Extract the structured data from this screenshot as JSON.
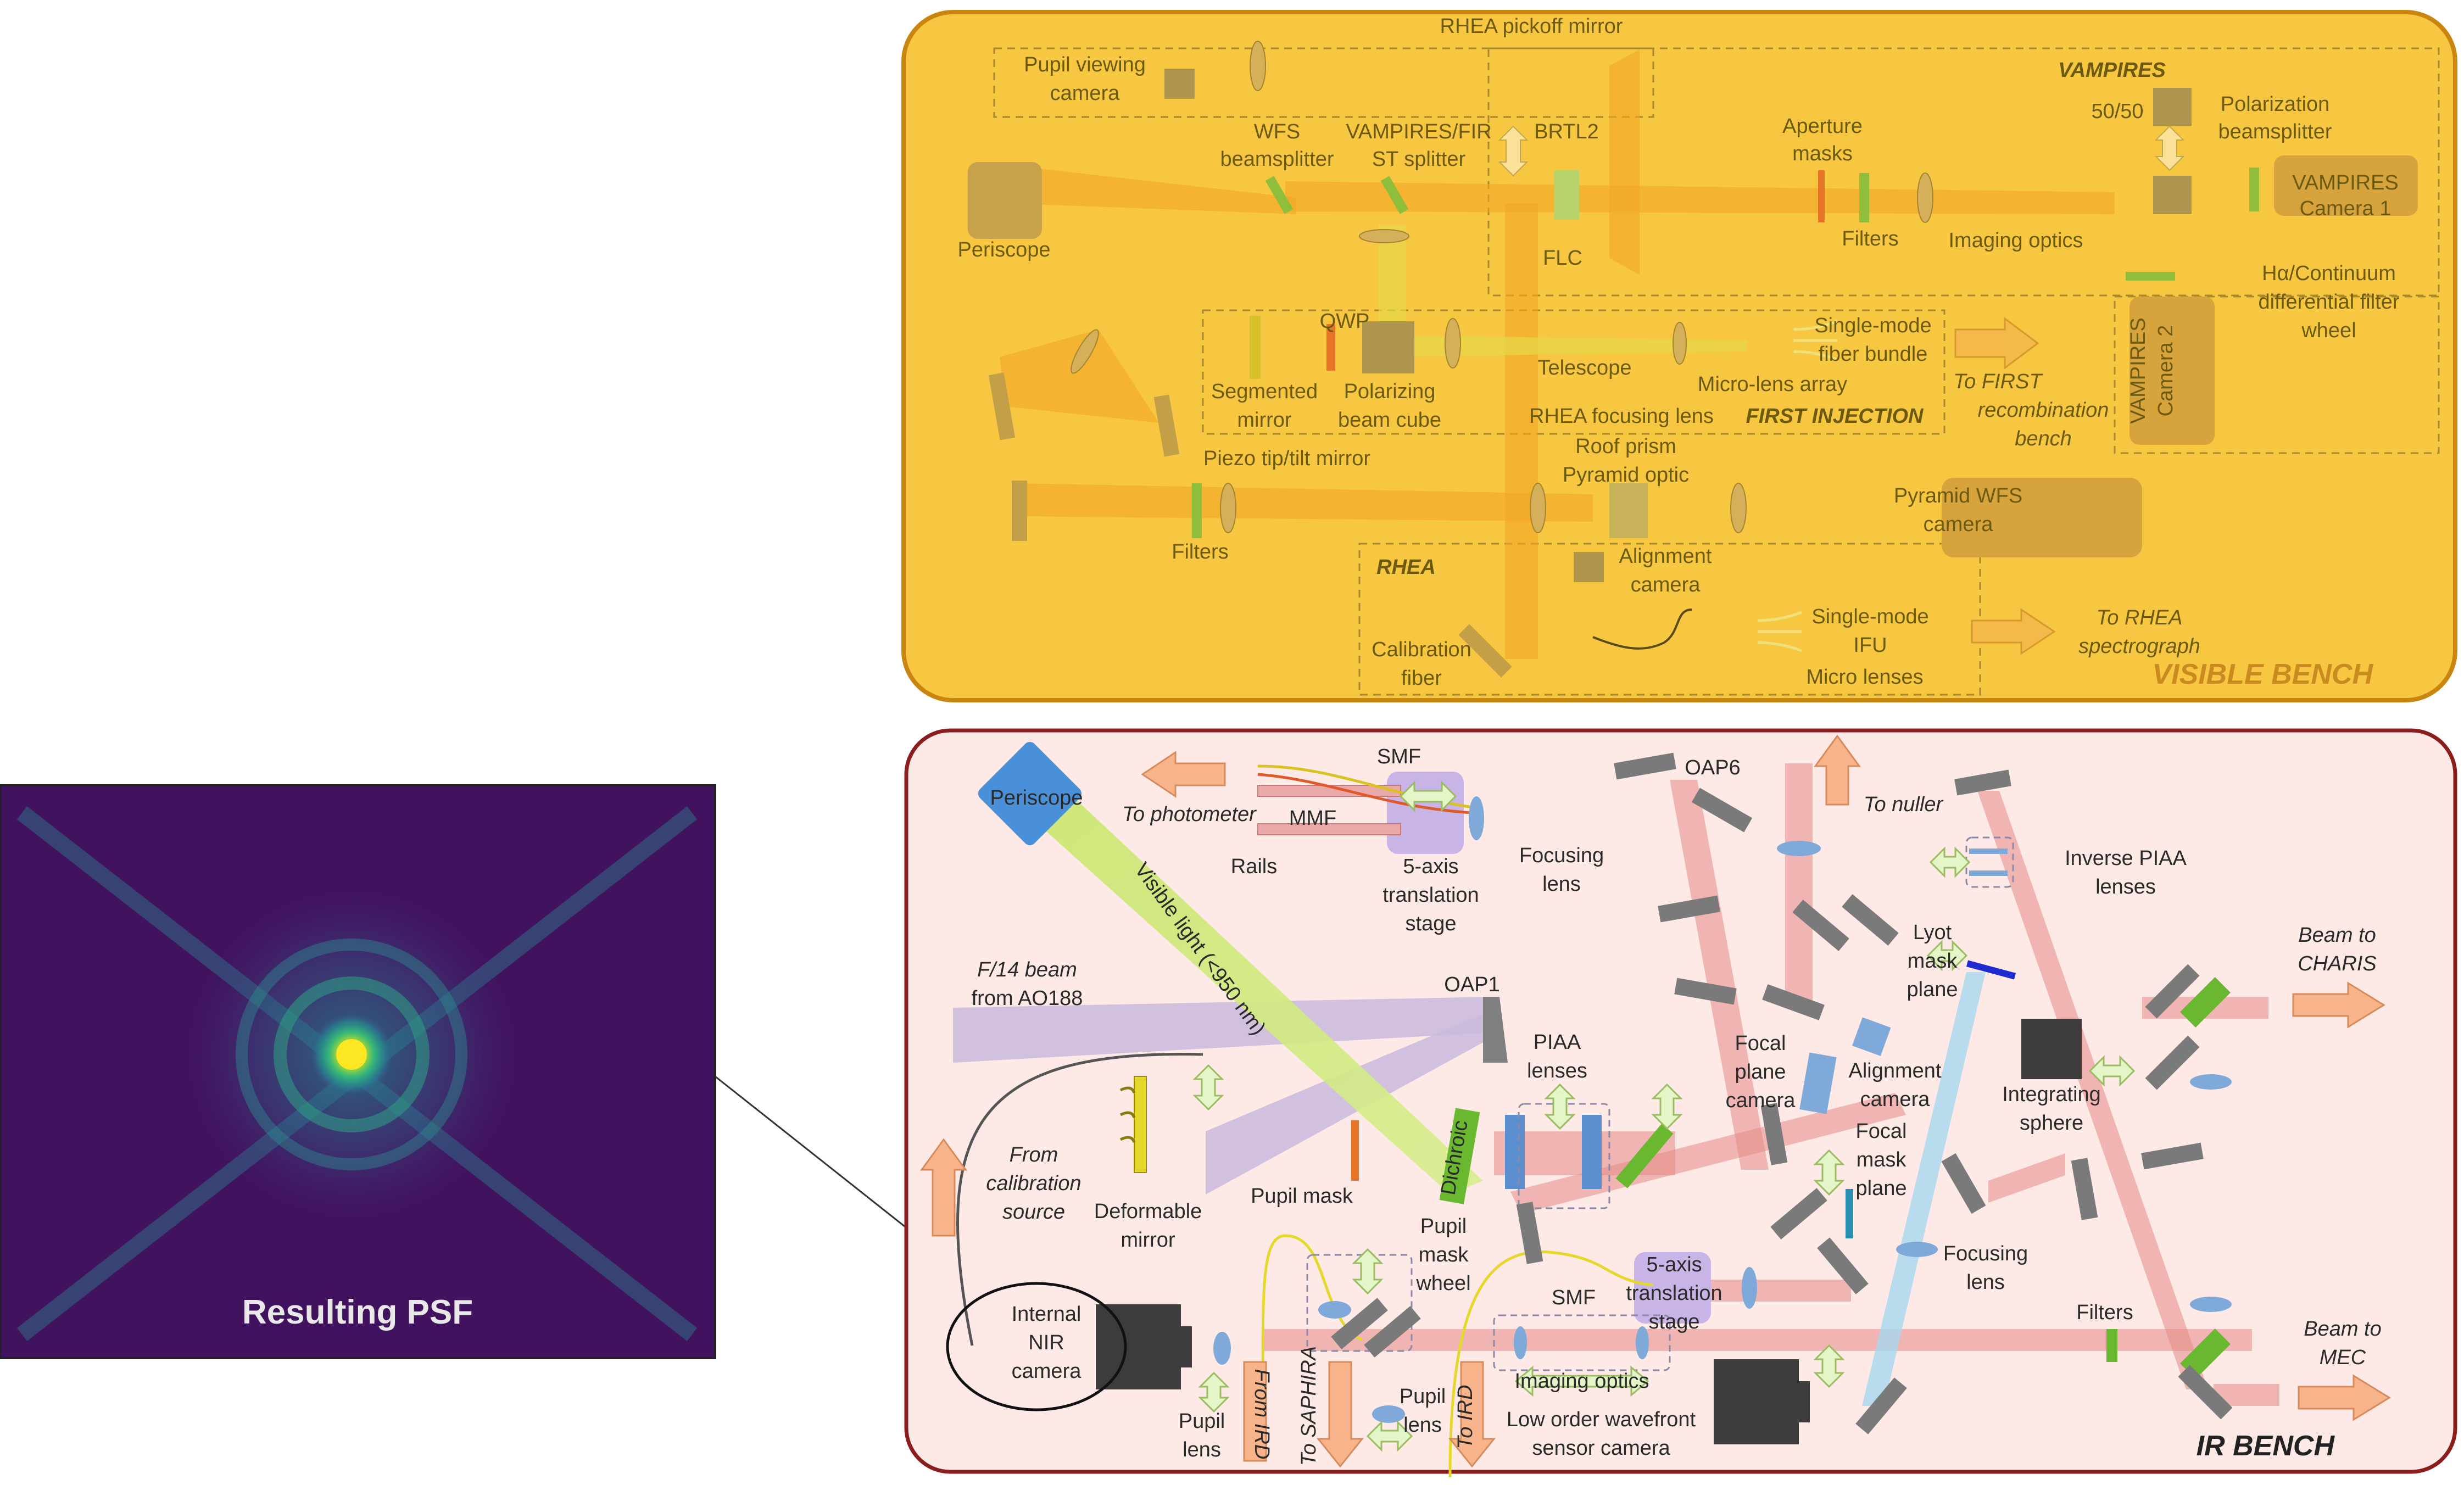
{
  "psf": {
    "caption": "Resulting PSF"
  },
  "visible_bench": {
    "title": "VISIBLE BENCH",
    "labels": {
      "rhea_pickoff": "RHEA pickoff mirror",
      "vampires": "VAMPIRES",
      "pupil_cam_1": "Pupil viewing",
      "pupil_cam_2": "camera",
      "wfs_bs_1": "WFS",
      "wfs_bs_2": "beamsplitter",
      "vamp_first_1": "VAMPIRES/FIR",
      "vamp_first_2": "ST splitter",
      "brtl2": "BRTL2",
      "aperture_1": "Aperture",
      "aperture_2": "masks",
      "fifty": "50/50",
      "polbs_1": "Polarization",
      "polbs_2": "beamsplitter",
      "vcam1_1": "VAMPIRES",
      "vcam1_2": "Camera 1",
      "periscope": "Periscope",
      "flc": "FLC",
      "filters_top": "Filters",
      "imaging_optics": "Imaging optics",
      "halpha_1": "Hα/Continuum",
      "halpha_2": "differential filter",
      "halpha_3": "wheel",
      "qwp": "QWP",
      "seg_1": "Segmented",
      "seg_2": "mirror",
      "pbc_1": "Polarizing",
      "pbc_2": "beam cube",
      "telescope": "Telescope",
      "smfb_1": "Single-mode",
      "smfb_2": "fiber bundle",
      "mla": "Micro-lens array",
      "first_1": "To FIRST",
      "first_2": "recombination",
      "first_3": "bench",
      "vcam2_1": "VAMPIRES",
      "vcam2_2": "Camera 2",
      "rhea_focus": "RHEA focusing lens",
      "first_inj": "FIRST INJECTION",
      "piezo": "Piezo tip/tilt mirror",
      "roof_1": "Roof prism",
      "roof_2": "Pyramid optic",
      "pwfs_1": "Pyramid WFS",
      "pwfs_2": "camera",
      "filters_low": "Filters",
      "rhea": "RHEA",
      "align_1": "Alignment",
      "align_2": "camera",
      "calib_1": "Calibration",
      "calib_2": "fiber",
      "smifu_1": "Single-mode",
      "smifu_2": "IFU",
      "microlenses": "Micro lenses",
      "spec_1": "To RHEA",
      "spec_2": "spectrograph"
    }
  },
  "ir_bench": {
    "title": "IR BENCH",
    "labels": {
      "periscope": "Periscope",
      "to_photometer": "To photometer",
      "smf": "SMF",
      "mmf": "MMF",
      "rails": "Rails",
      "stage_1": "5-axis",
      "stage_2": "translation",
      "stage_3": "stage",
      "focusing_1": "Focusing",
      "focusing_2": "lens",
      "oap6": "OAP6",
      "to_nuller": "To nuller",
      "inv_piaa_1": "Inverse PIAA",
      "inv_piaa_2": "lenses",
      "lyot_1": "Lyot",
      "lyot_2": "mask",
      "lyot_3": "plane",
      "charis_1": "Beam to",
      "charis_2": "CHARIS",
      "visible_light": "Visible light (<950 nm)",
      "f14_1": "F/14 beam",
      "f14_2": "from AO188",
      "oap1": "OAP1",
      "piaa_1": "PIAA",
      "piaa_2": "lenses",
      "fpc_1": "Focal",
      "fpc_2": "plane",
      "fpc_3": "camera",
      "alcam_1": "Alignment",
      "alcam_2": "camera",
      "intsph_1": "Integrating",
      "intsph_2": "sphere",
      "calsrc_1": "From",
      "calsrc_2": "calibration",
      "calsrc_3": "source",
      "dm_1": "Deformable",
      "dm_2": "mirror",
      "pupil_mask": "Pupil mask",
      "dichroic": "Dichroic",
      "fmask_1": "Focal",
      "fmask_2": "mask",
      "fmask_3": "plane",
      "pmw_1": "Pupil",
      "pmw_2": "mask",
      "pmw_3": "wheel",
      "stage2_1": "5-axis",
      "stage2_2": "translation",
      "stage2_3": "stage",
      "smf2": "SMF",
      "focusing2_1": "Focusing",
      "focusing2_2": "lens",
      "nir_1": "Internal",
      "nir_2": "NIR",
      "nir_3": "camera",
      "filters": "Filters",
      "mec_1": "Beam to",
      "mec_2": "MEC",
      "imaging_optics": "Imaging optics",
      "lowfs_1": "Low order wavefront",
      "lowfs_2": "sensor camera",
      "pupil_lens": "Pupil",
      "pupil_lens_2": "lens",
      "pupil_lens_b": "Pupil",
      "pupil_lens_b2": "lens",
      "from_ird": "From IRD",
      "to_saphira": "To SAPHIRA",
      "to_ird": "To IRD"
    }
  },
  "colors": {
    "visible_bg": "#f7c742",
    "visible_border": "#c9850f",
    "ir_bg": "#fde9e6",
    "ir_border": "#8b1d1d",
    "psf_bg": "#41135e"
  }
}
